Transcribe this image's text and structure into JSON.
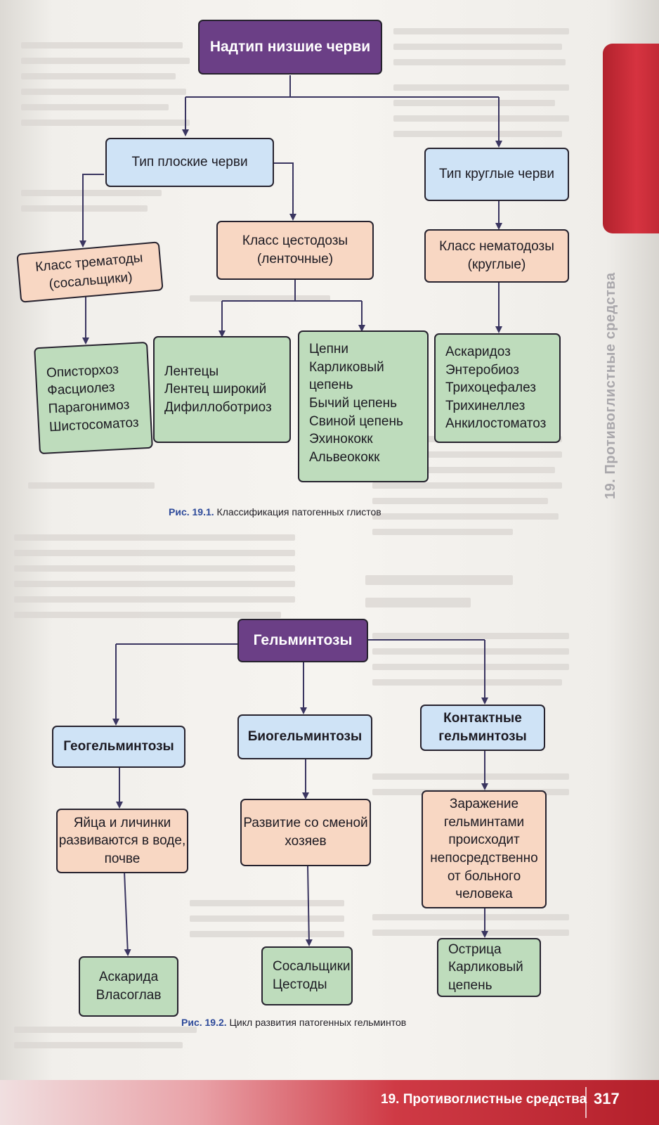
{
  "side_title": "19. Противоглистные средства",
  "figure1": {
    "root": "Надтип низшие черви",
    "flat": "Тип плоские черви",
    "round": "Тип круглые черви",
    "trematodes": "Класс трематоды (сосальщики)",
    "cestodes": "Класс цестодозы (ленточные)",
    "nematodes": "Класс нематодозы (круглые)",
    "trematode_list": [
      "Описторхоз",
      "Фасциолез",
      "Парагонимоз",
      "Шистосоматоз"
    ],
    "cestode_list_a": [
      "Лентецы",
      "Лентец широкий",
      "Дифиллоботриоз"
    ],
    "cestode_list_b": [
      "Цепни",
      "Карликовый цепень",
      "Бычий цепень",
      "Свиной цепень",
      "Эхинококк",
      "Альвеококк"
    ],
    "nematode_list": [
      "Аскаридоз",
      "Энтеробиоз",
      "Трихоцефалез",
      "Трихинеллез",
      "Анкилостоматоз"
    ],
    "caption_num": "Рис. 19.1.",
    "caption_text": "Классификация патогенных глистов"
  },
  "figure2": {
    "root": "Гельминтозы",
    "geo": "Геогельминтозы",
    "bio": "Биогельминтозы",
    "contact": "Контактные гельминтозы",
    "geo_desc": "Яйца и личинки развиваются в воде, почве",
    "bio_desc": "Развитие со сменой хозяев",
    "contact_desc": "Заражение гельминтами происходит непосредственно от больного человека",
    "geo_examples": [
      "Аскарида",
      "Власоглав"
    ],
    "bio_examples": [
      "Сосальщики",
      "Цестоды"
    ],
    "contact_examples": [
      "Острица",
      "Карликовый цепень"
    ],
    "caption_num": "Рис. 19.2.",
    "caption_text": "Цикл развития патогенных гельминтов"
  },
  "footer": {
    "section": "19. Противоглистные средства",
    "page_number": "317"
  },
  "colors": {
    "purple": "#6b3f86",
    "blue": "#cfe3f6",
    "orange": "#f8d7c3",
    "green": "#bedcbc",
    "accent_red": "#c22a36"
  }
}
